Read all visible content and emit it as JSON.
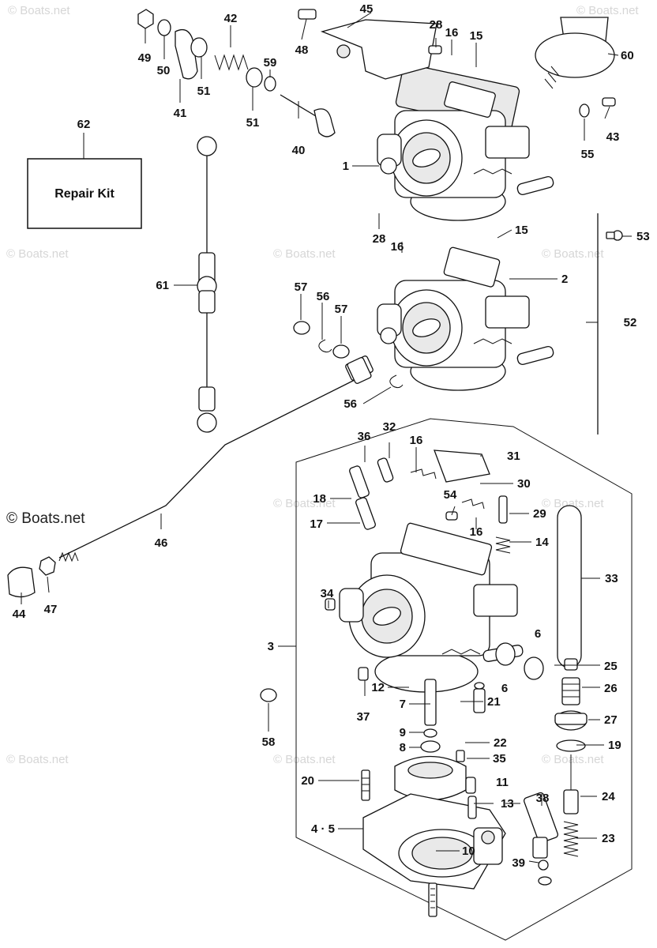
{
  "watermark": "© Boats.net",
  "repair_kit_label": "Repair Kit",
  "callouts": {
    "c1": "1",
    "c2": "2",
    "c3": "3",
    "c4_5": "4 · 5",
    "c6a": "6",
    "c6b": "6",
    "c7": "7",
    "c8": "8",
    "c9": "9",
    "c10": "10",
    "c11": "11",
    "c12": "12",
    "c13": "13",
    "c14": "14",
    "c15a": "15",
    "c15b": "15",
    "c16a": "16",
    "c16b": "16",
    "c16c": "16",
    "c16d": "16",
    "c17": "17",
    "c18": "18",
    "c19": "19",
    "c20": "20",
    "c21": "21",
    "c22": "22",
    "c23": "23",
    "c24": "24",
    "c25": "25",
    "c26": "26",
    "c27": "27",
    "c28a": "28",
    "c28b": "28",
    "c29": "29",
    "c30": "30",
    "c31": "31",
    "c32": "32",
    "c33": "33",
    "c34": "34",
    "c35": "35",
    "c36": "36",
    "c37": "37",
    "c38": "38",
    "c39": "39",
    "c40": "40",
    "c41": "41",
    "c42": "42",
    "c43": "43",
    "c44": "44",
    "c45": "45",
    "c46": "46",
    "c47": "47",
    "c48": "48",
    "c49": "49",
    "c50": "50",
    "c51a": "51",
    "c51b": "51",
    "c52": "52",
    "c53": "53",
    "c54": "54",
    "c55": "55",
    "c56a": "56",
    "c56b": "56",
    "c57a": "57",
    "c57b": "57",
    "c58": "58",
    "c59": "59",
    "c60": "60",
    "c61": "61",
    "c62": "62"
  }
}
